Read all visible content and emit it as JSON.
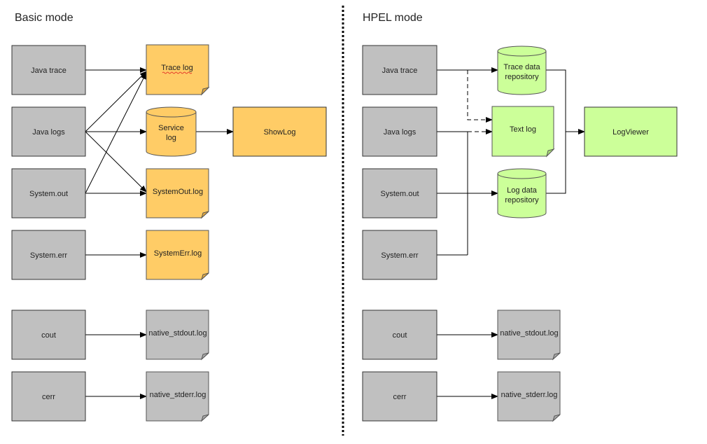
{
  "basic": {
    "title": "Basic mode",
    "sources": [
      "Java trace",
      "Java logs",
      "System.out",
      "System.err",
      "cout",
      "cerr"
    ],
    "trace_log": "Trace log",
    "service_log": [
      "Service",
      "log"
    ],
    "showlog": "ShowLog",
    "systemout_log": "SystemOut.log",
    "systemerr_log": "SystemErr.log",
    "native_stdout": "native_stdout.log",
    "native_stderr": "native_stderr.log"
  },
  "hpel": {
    "title": "HPEL mode",
    "sources": [
      "Java trace",
      "Java logs",
      "System.out",
      "System.err",
      "cout",
      "cerr"
    ],
    "trace_repo": [
      "Trace data",
      "repository"
    ],
    "text_log": "Text log",
    "log_repo": [
      "Log data",
      "repository"
    ],
    "logviewer": "LogViewer",
    "native_stdout": "native_stdout.log",
    "native_stderr": "native_stderr.log"
  },
  "colors": {
    "source_fill": "#c0c0c0",
    "basic_fill": "#ffcc66",
    "hpel_fill": "#ccff99",
    "native_fill": "#c0c0c0",
    "stroke": "#333333"
  }
}
